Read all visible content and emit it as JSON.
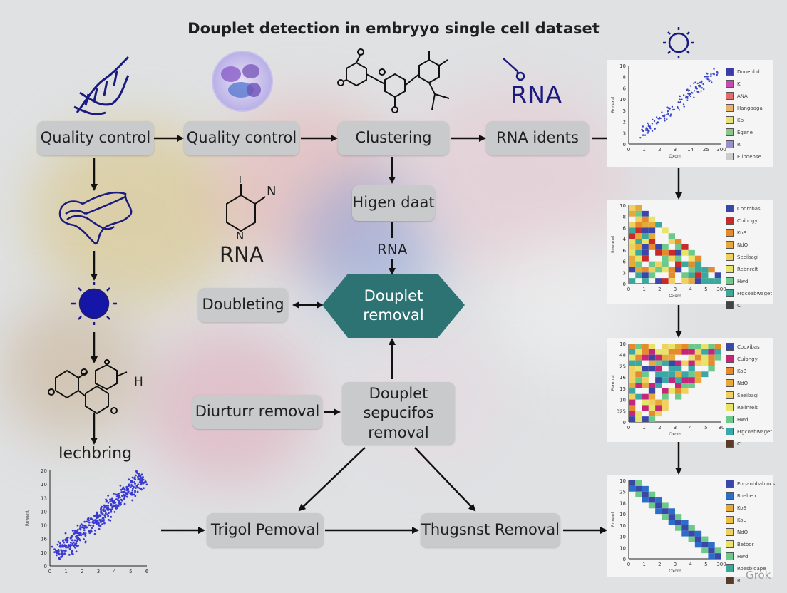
{
  "title": "Douplet detection in embryyo single cell dataset",
  "top_labels": {
    "rna_big": "RNA",
    "rna_mid": "RNA",
    "rna_small": "RNA"
  },
  "boxes": {
    "qc1": "Quality control",
    "qc2": "Quality control",
    "clustering": "Clustering",
    "rna_idents": "RNA idents",
    "higen": "Higen daat",
    "doubleting": "Doubleting",
    "doublet_removal": "Douplet removal",
    "diurturr": "Diurturr removal",
    "douplet_sep": "Douplet sepucifos removal",
    "trigol": "Trigol Pemoval",
    "thugsnst": "Thugsnst Removal"
  },
  "side_label": "Iechbring",
  "molecule_labels": {
    "n_top": "N",
    "n_bottom": "N",
    "i_top": "I",
    "h_label": "H"
  },
  "watermark": "Grok",
  "colors": {
    "accent": "#2e7373",
    "dark_blue": "#1a1a80",
    "box": "#c9cacb"
  },
  "charts": {
    "scatter_left": {
      "yticks": [
        "20",
        "10",
        "13",
        "10",
        "10",
        "16",
        "10",
        "0"
      ],
      "xticks": [
        "0",
        "1",
        "2",
        "3",
        "4",
        "5",
        "6"
      ],
      "ylabel": "Rewent"
    },
    "scatter_right": {
      "yticks": [
        "10",
        "8",
        "6",
        "10",
        "5",
        "2",
        "3",
        "0"
      ],
      "xticks": [
        "0",
        "1",
        "2",
        "3",
        "14",
        "25",
        "300"
      ],
      "xlabel": "Oxom",
      "ylabel": "Ronerel",
      "legend": [
        {
          "label": "Donebbd",
          "color": "#3a3aa8"
        },
        {
          "label": "K",
          "color": "#c44bb4"
        },
        {
          "label": "ANA",
          "color": "#e36d6d"
        },
        {
          "label": "Hangoaga",
          "color": "#e8b36a"
        },
        {
          "label": "Kb",
          "color": "#e6e27a"
        },
        {
          "label": "Egene",
          "color": "#8cc48a"
        },
        {
          "label": "R",
          "color": "#9a8fc9"
        },
        {
          "label": "Ellbdense",
          "color": "#cccccc"
        }
      ]
    },
    "heat1": {
      "yticks": [
        "10",
        "8",
        "6",
        "4",
        "6",
        "6",
        "3",
        "0"
      ],
      "xticks": [
        "0",
        "1",
        "2",
        "3",
        "4",
        "5",
        "300"
      ],
      "xlabel": "Oxom",
      "ylabel": "Rmnewl",
      "legend": [
        {
          "label": "Coombas",
          "color": "#3a46a8"
        },
        {
          "label": "Cuibngy",
          "color": "#c92a2a"
        },
        {
          "label": "KoB",
          "color": "#e68a2e"
        },
        {
          "label": "NdO",
          "color": "#e6a93a"
        },
        {
          "label": "Seeibagi",
          "color": "#f0d060"
        },
        {
          "label": "Rebnrelt",
          "color": "#e8e46a"
        },
        {
          "label": "Hwd",
          "color": "#6cc98a"
        },
        {
          "label": "Frgcoabwaget",
          "color": "#3aa89a"
        },
        {
          "label": "C",
          "color": "#444444"
        }
      ]
    },
    "heat2": {
      "yticks": [
        "10",
        "48",
        "25",
        "16",
        "15",
        "10",
        "025",
        "0"
      ],
      "xticks": [
        "0",
        "1",
        "2",
        "3",
        "4",
        "5",
        "30"
      ],
      "xlabel": "Oxom",
      "ylabel": "Pemnat",
      "legend": [
        {
          "label": "Cooxibas",
          "color": "#3a46a8"
        },
        {
          "label": "Cuibngy",
          "color": "#c4267a"
        },
        {
          "label": "KoB",
          "color": "#e68a2e"
        },
        {
          "label": "NdO",
          "color": "#e6a93a"
        },
        {
          "label": "Seeibagi",
          "color": "#f0d060"
        },
        {
          "label": "Reiinrelt",
          "color": "#e8e46a"
        },
        {
          "label": "Hwd",
          "color": "#6cc98a"
        },
        {
          "label": "Frgcoabwaget",
          "color": "#3aa8a8"
        },
        {
          "label": "C",
          "color": "#5a3a2a"
        }
      ]
    },
    "heat3": {
      "yticks": [
        "10",
        "25",
        "18",
        "10",
        "10",
        "10",
        "10",
        "0"
      ],
      "xticks": [
        "0",
        "1",
        "2",
        "3",
        "4",
        "5",
        "300"
      ],
      "xlabel": "Oxom",
      "ylabel": "Roneel",
      "legend": [
        {
          "label": "Eoqanbbahiocs",
          "color": "#3a46a8"
        },
        {
          "label": "Roebeo",
          "color": "#2a6ec9"
        },
        {
          "label": "KoS",
          "color": "#e6a93a"
        },
        {
          "label": "KoL",
          "color": "#f0c040"
        },
        {
          "label": "NdO",
          "color": "#f0d060"
        },
        {
          "label": "Betbor",
          "color": "#e8e46a"
        },
        {
          "label": "Hwd",
          "color": "#6cc98a"
        },
        {
          "label": "Roesbioape",
          "color": "#3aa89a"
        },
        {
          "label": "R",
          "color": "#5a3a2a"
        }
      ]
    }
  }
}
